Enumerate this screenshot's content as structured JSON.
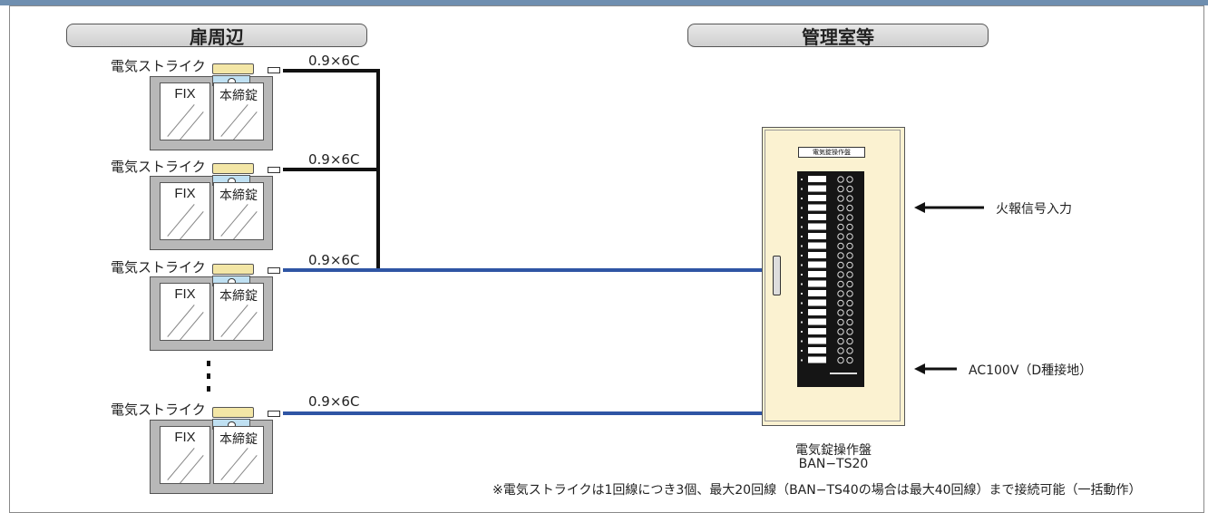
{
  "headers": {
    "door_side": "扉周辺",
    "management_room": "管理室等"
  },
  "doors": [
    {
      "strike_label": "電気ストライク",
      "cable": "0.9×6C",
      "fix": "FIX",
      "lock": "本締錠"
    },
    {
      "strike_label": "電気ストライク",
      "cable": "0.9×6C",
      "fix": "FIX",
      "lock": "本締錠"
    },
    {
      "strike_label": "電気ストライク",
      "cable": "0.9×6C",
      "fix": "FIX",
      "lock": "本締錠"
    },
    {
      "strike_label": "電気ストライク",
      "cable": "0.9×6C",
      "fix": "FIX",
      "lock": "本締錠"
    }
  ],
  "panel": {
    "tag": "電気錠操作盤",
    "caption_line1": "電気錠操作盤",
    "caption_line2": "BAN−TS20"
  },
  "inputs": {
    "fire_signal": "火報信号入力",
    "power": "AC100V（D種接地）"
  },
  "note": "※電気ストライクは1回線につき3個、最大20回線（BAN−TS40の場合は最大40回線）まで接続可能（一括動作）",
  "colors": {
    "black_wire": "#111111",
    "blue_wire": "#2f55a4",
    "panel_fill": "#fbf2d1"
  }
}
